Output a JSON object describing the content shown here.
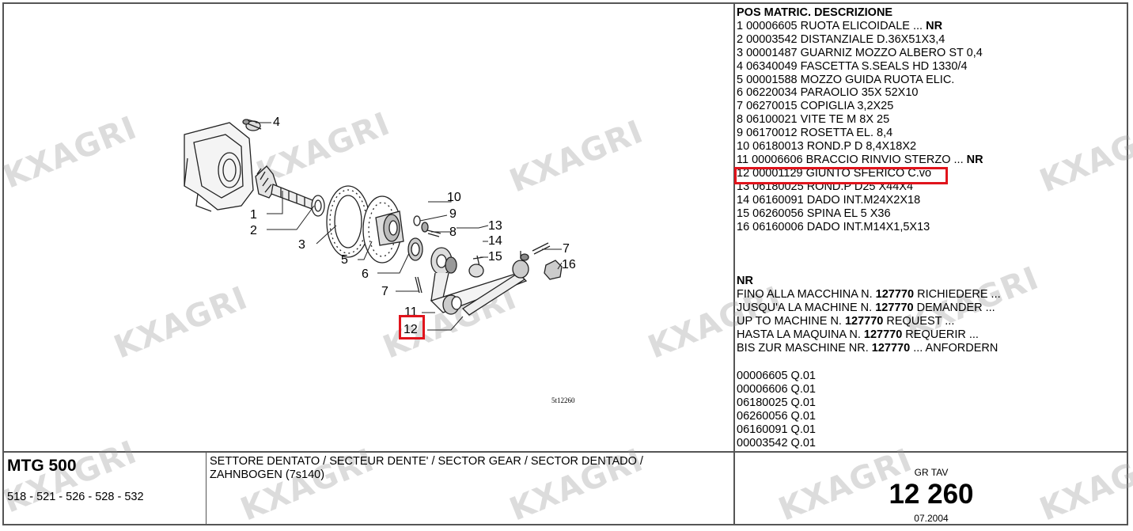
{
  "parts_table": {
    "header": "POS MATRIC. DESCRIZIONE",
    "rows": [
      {
        "text": "1 00006605 RUOTA ELICOIDALE ... ",
        "flag": "NR"
      },
      {
        "text": "2 00003542 DISTANZIALE D.36X51X3,4",
        "flag": ""
      },
      {
        "text": "3 00001487 GUARNIZ MOZZO ALBERO ST 0,4",
        "flag": ""
      },
      {
        "text": "4 06340049 FASCETTA S.SEALS HD 1330/4",
        "flag": ""
      },
      {
        "text": "5 00001588 MOZZO GUIDA RUOTA ELIC.",
        "flag": ""
      },
      {
        "text": "6 06220034 PARAOLIO 35X 52X10",
        "flag": ""
      },
      {
        "text": "7 06270015 COPIGLIA 3,2X25",
        "flag": ""
      },
      {
        "text": "8 06100021 VITE TE M 8X 25",
        "flag": ""
      },
      {
        "text": "9 06170012 ROSETTA EL. 8,4",
        "flag": ""
      },
      {
        "text": "10 06180013 ROND.P D 8,4X18X2",
        "flag": ""
      },
      {
        "text": "11 00006606 BRACCIO RINVIO STERZO ... ",
        "flag": "NR"
      },
      {
        "text": "12 00001129 GIUNTO SFERICO C.vo",
        "flag": ""
      },
      {
        "text": "13 06180025 ROND.P D25 X44X4",
        "flag": ""
      },
      {
        "text": "14 06160091 DADO INT.M24X2X18",
        "flag": ""
      },
      {
        "text": "15 06260056 SPINA EL 5 X36",
        "flag": ""
      },
      {
        "text": "16 06160006 DADO INT.M14X1,5X13",
        "flag": ""
      }
    ]
  },
  "nr_note": {
    "title": "NR",
    "machine_no": "127770",
    "lines": [
      {
        "pre": "FINO ALLA MACCHINA N. ",
        "post": " RICHIEDERE ..."
      },
      {
        "pre": "JUSQU'A LA MACHINE N. ",
        "post": " DEMANDER ..."
      },
      {
        "pre": "UP TO MACHINE N. ",
        "post": " REQUEST ..."
      },
      {
        "pre": "HASTA LA MAQUINA N. ",
        "post": " REQUERIR ..."
      },
      {
        "pre": "BIS ZUR MASCHINE NR. ",
        "post": " ... ANFORDERN"
      }
    ]
  },
  "quantities": [
    "00006605 Q.01",
    "00006606 Q.01",
    "06180025 Q.01",
    "06260056 Q.01",
    "06160091 Q.01",
    "00003542 Q.01"
  ],
  "drawing": {
    "callouts": [
      "1",
      "2",
      "3",
      "4",
      "5",
      "6",
      "7",
      "8",
      "9",
      "10",
      "11",
      "12",
      "13",
      "14",
      "15",
      "16",
      "7"
    ],
    "drawing_code": "5t12260"
  },
  "footer": {
    "model": "MTG 500",
    "serials": "518 - 521 - 526 - 528 - 532",
    "description": "SETTORE DENTATO / SECTEUR DENTE' / SECTOR GEAR / SECTOR DENTADO / ZAHNBOGEN (7s140)",
    "gr_tav_label": "GR TAV",
    "table_number": "12 260",
    "date": "07.2004"
  },
  "watermark": "KXAGRI",
  "colors": {
    "highlight": "#e0141c",
    "border": "#555555"
  }
}
